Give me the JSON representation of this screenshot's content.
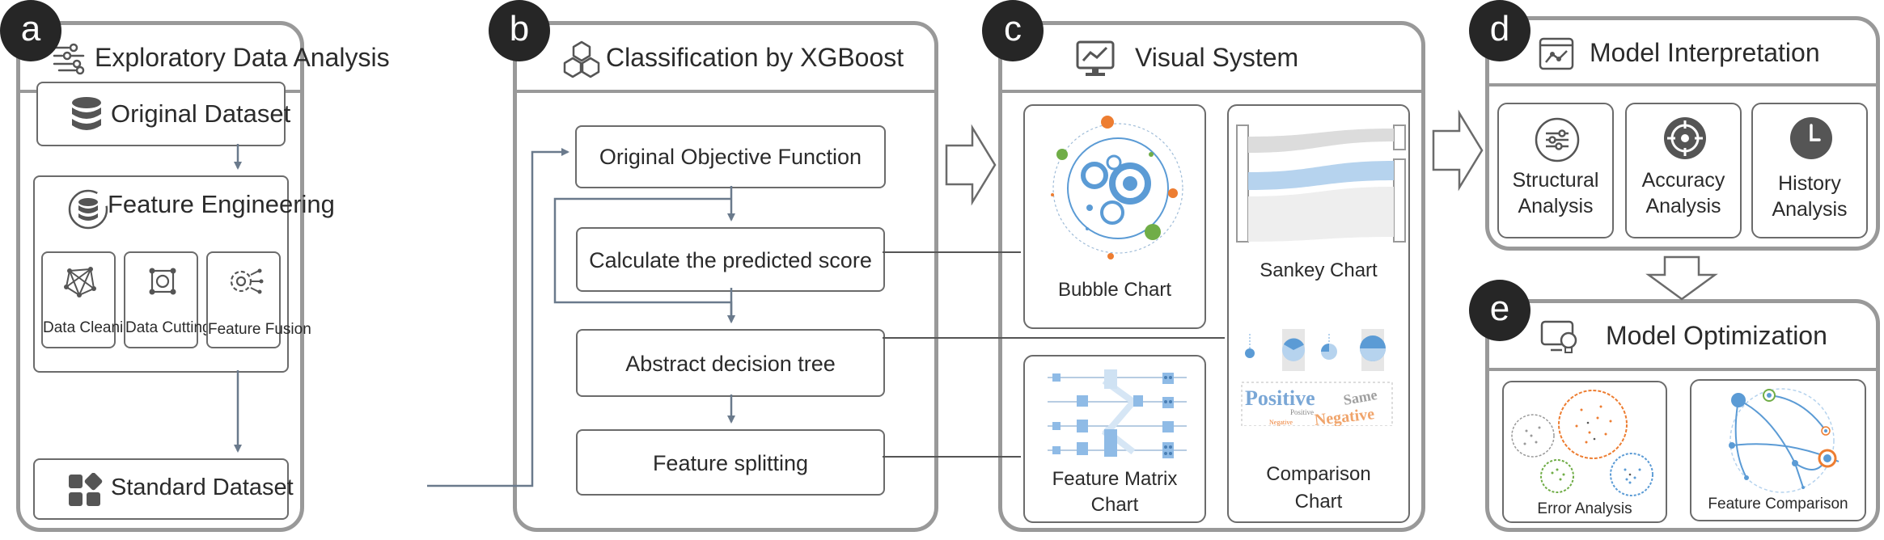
{
  "colors": {
    "border": "#999999",
    "arrow": "#6a7a8c",
    "accent_blue": "#5b9bd5",
    "accent_orange": "#ed7d31",
    "accent_green": "#70ad47",
    "badge": "#262626"
  },
  "panels": {
    "a": {
      "badge": "a",
      "title": "Exploratory Data Analysis",
      "original_dataset": "Original Dataset",
      "feature_engineering": "Feature Engineering",
      "sub": [
        "Data Cleaning",
        "Data Cutting",
        "Feature Fusion"
      ],
      "standard_dataset": "Standard Dataset"
    },
    "b": {
      "badge": "b",
      "title": "Classification by XGBoost",
      "steps": [
        "Original Objective Function",
        "Calculate the predicted score",
        "Abstract decision tree",
        "Feature splitting"
      ]
    },
    "c": {
      "badge": "c",
      "title": "Visual System",
      "bubble": "Bubble Chart",
      "sankey": "Sankey Chart",
      "matrix_line1": "Feature Matrix",
      "matrix_line2": "Chart",
      "comparison_line1": "Comparison",
      "comparison_line2": "Chart",
      "wordcloud": {
        "positive": "Positive",
        "same": "Same",
        "positive_small": "Positive",
        "negative": "Negative",
        "negative_small": "Negative"
      }
    },
    "d": {
      "badge": "d",
      "title": "Model Interpretation",
      "cards": [
        {
          "line1": "Structural",
          "line2": "Analysis",
          "icon": "sliders-icon"
        },
        {
          "line1": "Accuracy",
          "line2": "Analysis",
          "icon": "target-icon"
        },
        {
          "line1": "History",
          "line2": "Analysis",
          "icon": "clock-icon"
        }
      ]
    },
    "e": {
      "badge": "e",
      "title": "Model Optimization",
      "cards": [
        "Error Analysis",
        "Feature Comparison"
      ]
    }
  }
}
